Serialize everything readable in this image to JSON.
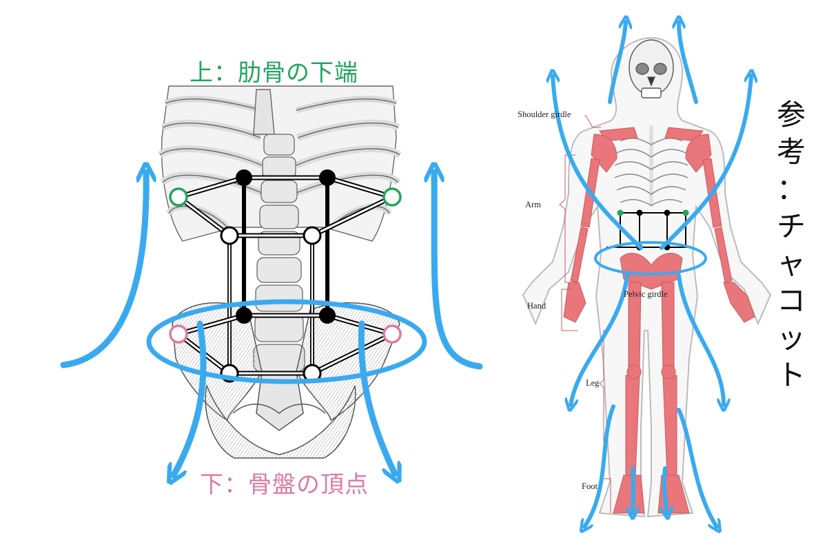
{
  "left_panel": {
    "top_label": "上：肋骨の下端",
    "bottom_label": "下：骨盤の頂点"
  },
  "right_panel": {
    "vertical_title": [
      "参",
      "考",
      "：",
      "チ",
      "ャ",
      "コ",
      "ッ",
      "ト"
    ],
    "regions": {
      "shoulder": "Shoulder girdle",
      "arm": "Arm",
      "hand": "Hand",
      "pelvic": "Pelvic girdle",
      "leg": "Leg",
      "foot": "Foot"
    }
  },
  "colors": {
    "arrow": "#3aaaf0",
    "rib_point": "#22a45d",
    "pelvis_point": "#dc7aa6",
    "bone_red": "#e8767a",
    "skeleton_line": "#555555"
  }
}
